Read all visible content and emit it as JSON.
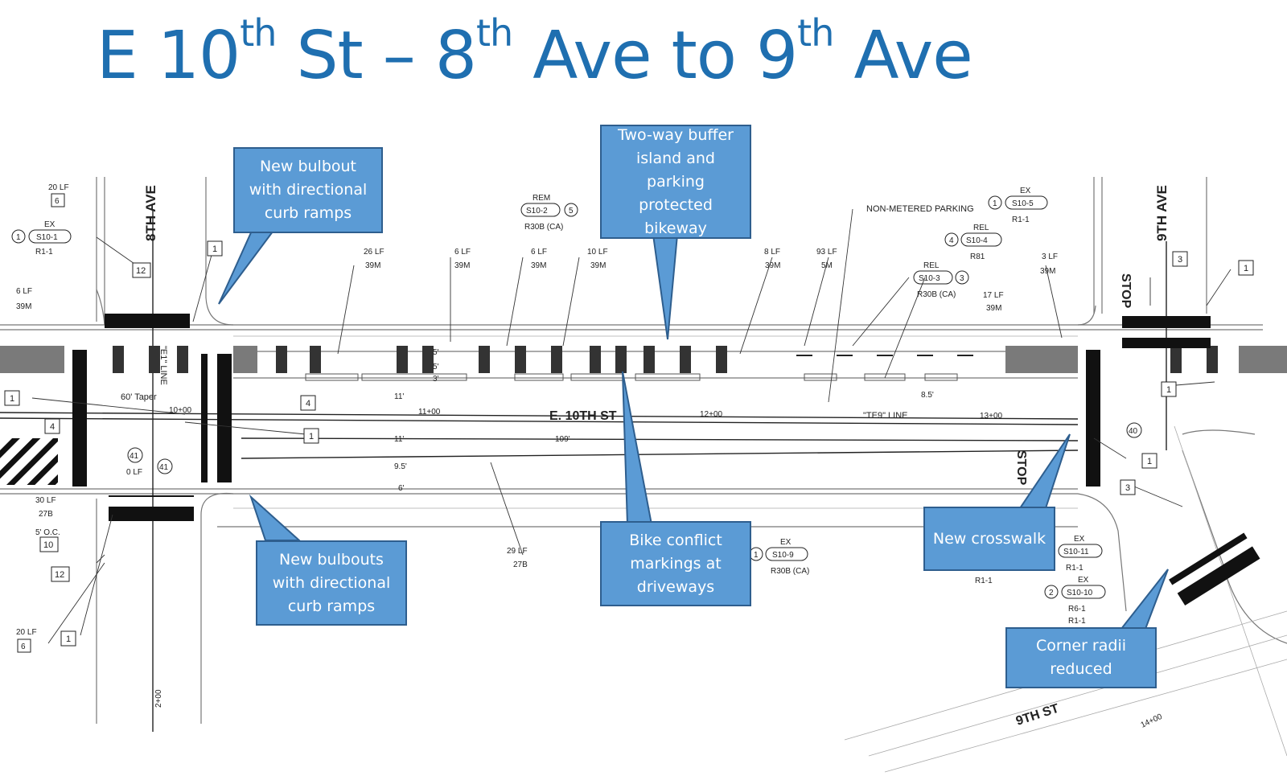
{
  "title": {
    "p1": "E 10",
    "s1": "th",
    "p2": " St – 8",
    "s2": "th",
    "p3": " Ave to 9",
    "s3": "th",
    "p4": " Ave"
  },
  "callouts": [
    {
      "id": "bulbout",
      "text": "New bulbout with directional curb ramps"
    },
    {
      "id": "buffer",
      "text": "Two-way buffer island and parking protected bikeway"
    },
    {
      "id": "bulbouts",
      "text": "New bulbouts with directional curb ramps"
    },
    {
      "id": "conflict",
      "text": "Bike conflict markings at driveways"
    },
    {
      "id": "crosswalk",
      "text": "New crosswalk"
    },
    {
      "id": "radii",
      "text": "Corner radii reduced"
    }
  ],
  "streets": {
    "main": "E. 10TH ST",
    "left": "8TH AVE",
    "right": "9TH AVE",
    "bottom": "9TH ST",
    "line_left": "\"E1\" LINE",
    "line_right": "\"TE9\" LINE",
    "parking": "NON-METERED PARKING",
    "taper": "60' Taper"
  },
  "stations": [
    "10+00",
    "11+00",
    "12+00",
    "13+00",
    "2+00",
    "14+00"
  ],
  "dims": [
    "5'",
    "5'",
    "3'",
    "11'",
    "11'",
    "9.5'",
    "6'",
    "109'",
    "8.5'",
    "5' O.C."
  ],
  "lf_labels": [
    {
      "lf": "20 LF",
      "code": "6"
    },
    {
      "lf": "6 LF",
      "code": "39M"
    },
    {
      "lf": "26 LF",
      "code": "39M"
    },
    {
      "lf": "6 LF",
      "code": "39M"
    },
    {
      "lf": "6 LF",
      "code": "39M"
    },
    {
      "lf": "10 LF",
      "code": "39M"
    },
    {
      "lf": "8 LF",
      "code": "39M"
    },
    {
      "lf": "93 LF",
      "code": "5M"
    },
    {
      "lf": "3 LF",
      "code": "39M"
    },
    {
      "lf": "17 LF",
      "code": "39M"
    },
    {
      "lf": "30 LF",
      "code": "27B"
    },
    {
      "lf": "29 LF",
      "code": "27B"
    },
    {
      "lf": "20 LF",
      "code": "6"
    },
    {
      "lf": "0 LF",
      "code": ""
    }
  ],
  "signs": [
    {
      "tag": "EX",
      "id": "S10-1",
      "code": "R1-1",
      "num": "1"
    },
    {
      "tag": "REM",
      "id": "S10-2",
      "code": "R30B (CA)",
      "num": "5"
    },
    {
      "tag": "REL",
      "id": "S10-3",
      "code": "R30B (CA)",
      "num": "3"
    },
    {
      "tag": "REL",
      "id": "S10-4",
      "code": "R81",
      "num": "4"
    },
    {
      "tag": "EX",
      "id": "S10-5",
      "code": "R1-1",
      "num": "1"
    },
    {
      "tag": "EX",
      "id": "S10-9",
      "code": "R30B (CA)",
      "num": "1"
    },
    {
      "tag": "EX",
      "id": "S10-11",
      "code": "R1-1",
      "num": ""
    },
    {
      "tag": "EX",
      "id": "S10-10",
      "code": "R6-1",
      "num": "2"
    }
  ],
  "extra_codes": [
    "R1-1",
    "R1-1",
    "41",
    "41",
    "40"
  ],
  "keynotes": [
    "1",
    "1",
    "1",
    "1",
    "1",
    "1",
    "1",
    "3",
    "3",
    "4",
    "4",
    "6",
    "10",
    "12",
    "12"
  ],
  "stop": "STOP"
}
